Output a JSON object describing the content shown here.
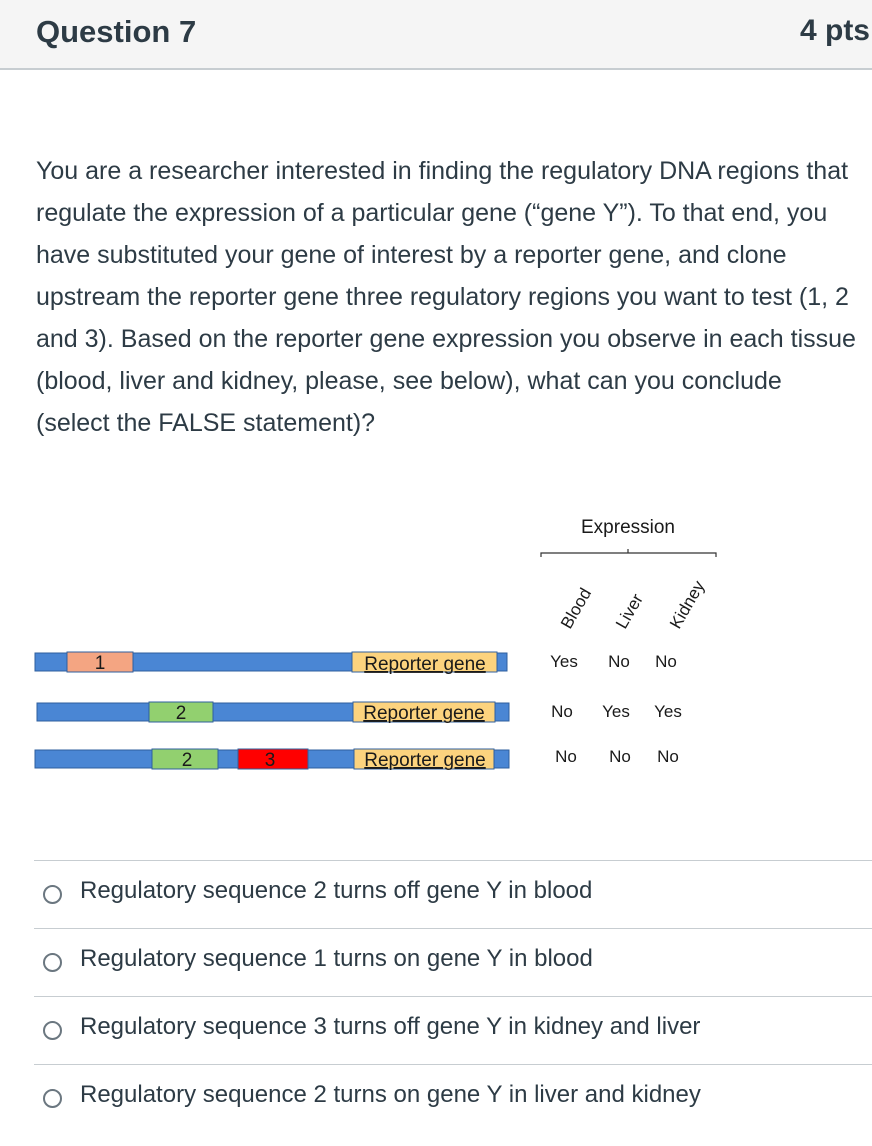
{
  "header": {
    "title": "Question 7",
    "points": "4 pts"
  },
  "question": {
    "text": "You are a researcher interested in finding the regulatory DNA regions that regulate the expression of a particular gene (“gene Y”). To that end, you have substituted your gene of interest by a reporter gene, and clone upstream the reporter gene three regulatory regions you want to test (1, 2 and 3). Based on the reporter gene expression you observe in each tissue (blood, liver and kidney, please, see below), what can you conclude (select the FALSE statement)?"
  },
  "figure": {
    "expression_label": "Expression",
    "tissues": [
      "Blood",
      "Liver",
      "Kidney"
    ],
    "reporter_label": "Reporter gene",
    "constructs": [
      {
        "regions": [
          "1"
        ],
        "expression": [
          "Yes",
          "No",
          "No"
        ]
      },
      {
        "regions": [
          "2"
        ],
        "expression": [
          "No",
          "Yes",
          "Yes"
        ]
      },
      {
        "regions": [
          "2",
          "3"
        ],
        "expression": [
          "No",
          "No",
          "No"
        ]
      }
    ],
    "colors": {
      "dna": "#4a86d4",
      "region1": "#f4a582",
      "region2": "#92d06f",
      "region3": "#ff0000",
      "reporter": "#fcd37e"
    }
  },
  "answers": [
    "Regulatory sequence 2 turns off gene Y in blood",
    "Regulatory sequence 1 turns on gene Y in blood",
    "Regulatory sequence 3 turns off gene Y in kidney and liver",
    "Regulatory sequence 2 turns on gene Y in liver and kidney"
  ]
}
